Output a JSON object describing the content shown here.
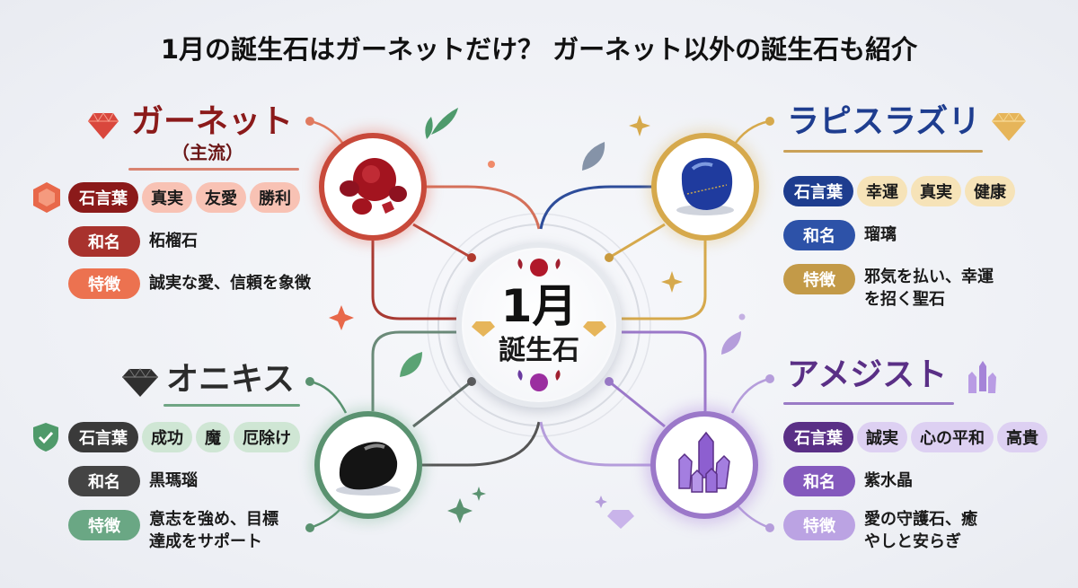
{
  "title": "1月の誕生石はガーネットだけ？ ガーネット以外の誕生石も紹介",
  "center": {
    "month": "1月",
    "label": "誕生石"
  },
  "colors": {
    "garnet": "#8b1a1a",
    "lapis": "#1e3d8f",
    "onyx": "#2b2b2b",
    "amethyst": "#5a2f86",
    "garnet_accent": "#e8684a",
    "lapis_accent": "#d6a94c",
    "onyx_accent": "#5a9270",
    "amethyst_accent": "#9b78c9"
  },
  "stones": [
    {
      "key": "garnet",
      "name": "ガーネット",
      "subtitle": "（主流）",
      "icon": "ruby-gem-icon",
      "keywords_label": "石言葉",
      "keywords": [
        "真実",
        "友愛",
        "勝利"
      ],
      "japanese_name_label": "和名",
      "japanese_name": "柘榴石",
      "feature_label": "特徴",
      "feature": "誠実な愛、信頼を象徴"
    },
    {
      "key": "lapis",
      "name": "ラピスラズリ",
      "icon": "gold-diamond-icon",
      "keywords_label": "石言葉",
      "keywords": [
        "幸運",
        "真実",
        "健康"
      ],
      "japanese_name_label": "和名",
      "japanese_name": "瑠璃",
      "feature_label": "特徴",
      "feature_line1": "邪気を払い、幸運",
      "feature_line2": "を招く聖石"
    },
    {
      "key": "onyx",
      "name": "オニキス",
      "icon": "black-diamond-icon",
      "keywords_label": "石言葉",
      "keywords": [
        "成功",
        "魔",
        "厄除け"
      ],
      "japanese_name_label": "和名",
      "japanese_name": "黒瑪瑙",
      "feature_label": "特徴",
      "feature_line1": "意志を強め、目標",
      "feature_line2": "達成をサポート"
    },
    {
      "key": "amethyst",
      "name": "アメジスト",
      "icon": "crystal-cluster-icon",
      "keywords_label": "石言葉",
      "keywords": [
        "誠実",
        "心の平和",
        "高貴"
      ],
      "japanese_name_label": "和名",
      "japanese_name": "紫水晶",
      "feature_label": "特徴",
      "feature_line1": "愛の守護石、癒",
      "feature_line2": "やしと安らぎ"
    }
  ]
}
